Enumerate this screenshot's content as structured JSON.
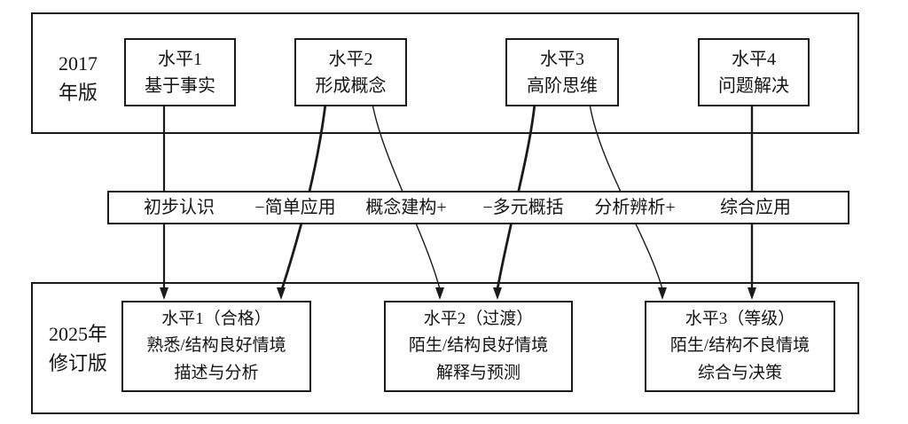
{
  "colors": {
    "line": "#1a1a1a",
    "background": "#fefefe"
  },
  "top_section": {
    "label_line1": "2017",
    "label_line2": "年版",
    "boxes": [
      {
        "title": "水平1",
        "subtitle": "基于事实"
      },
      {
        "title": "水平2",
        "subtitle": "形成概念"
      },
      {
        "title": "水平3",
        "subtitle": "高阶思维"
      },
      {
        "title": "水平4",
        "subtitle": "问题解决"
      }
    ]
  },
  "middle_band": {
    "labels": [
      "初步认识",
      "−简单应用",
      "概念建构+",
      "−多元概括",
      "分析辨析+",
      "综合应用"
    ]
  },
  "bottom_section": {
    "label_line1": "2025年",
    "label_line2": "修订版",
    "boxes": [
      {
        "title": "水平1（合格）",
        "context": "熟悉/结构良好情境",
        "action": "描述与分析"
      },
      {
        "title": "水平2（过渡）",
        "context": "陌生/结构良好情境",
        "action": "解释与预测"
      },
      {
        "title": "水平3（等级）",
        "context": "陌生/结构不良情境",
        "action": "综合与决策"
      }
    ]
  },
  "connections": [
    {
      "from": "水平1",
      "to": "水平1（合格）",
      "style": "straight"
    },
    {
      "from": "水平2",
      "to": "水平1（合格）",
      "style": "curved-thick"
    },
    {
      "from": "水平2",
      "to": "水平2（过渡）",
      "style": "curved-thin"
    },
    {
      "from": "水平3",
      "to": "水平2（过渡）",
      "style": "curved-thick"
    },
    {
      "from": "水平3",
      "to": "水平3（等级）",
      "style": "curved-thin"
    },
    {
      "from": "水平4",
      "to": "水平3（等级）",
      "style": "straight"
    }
  ]
}
